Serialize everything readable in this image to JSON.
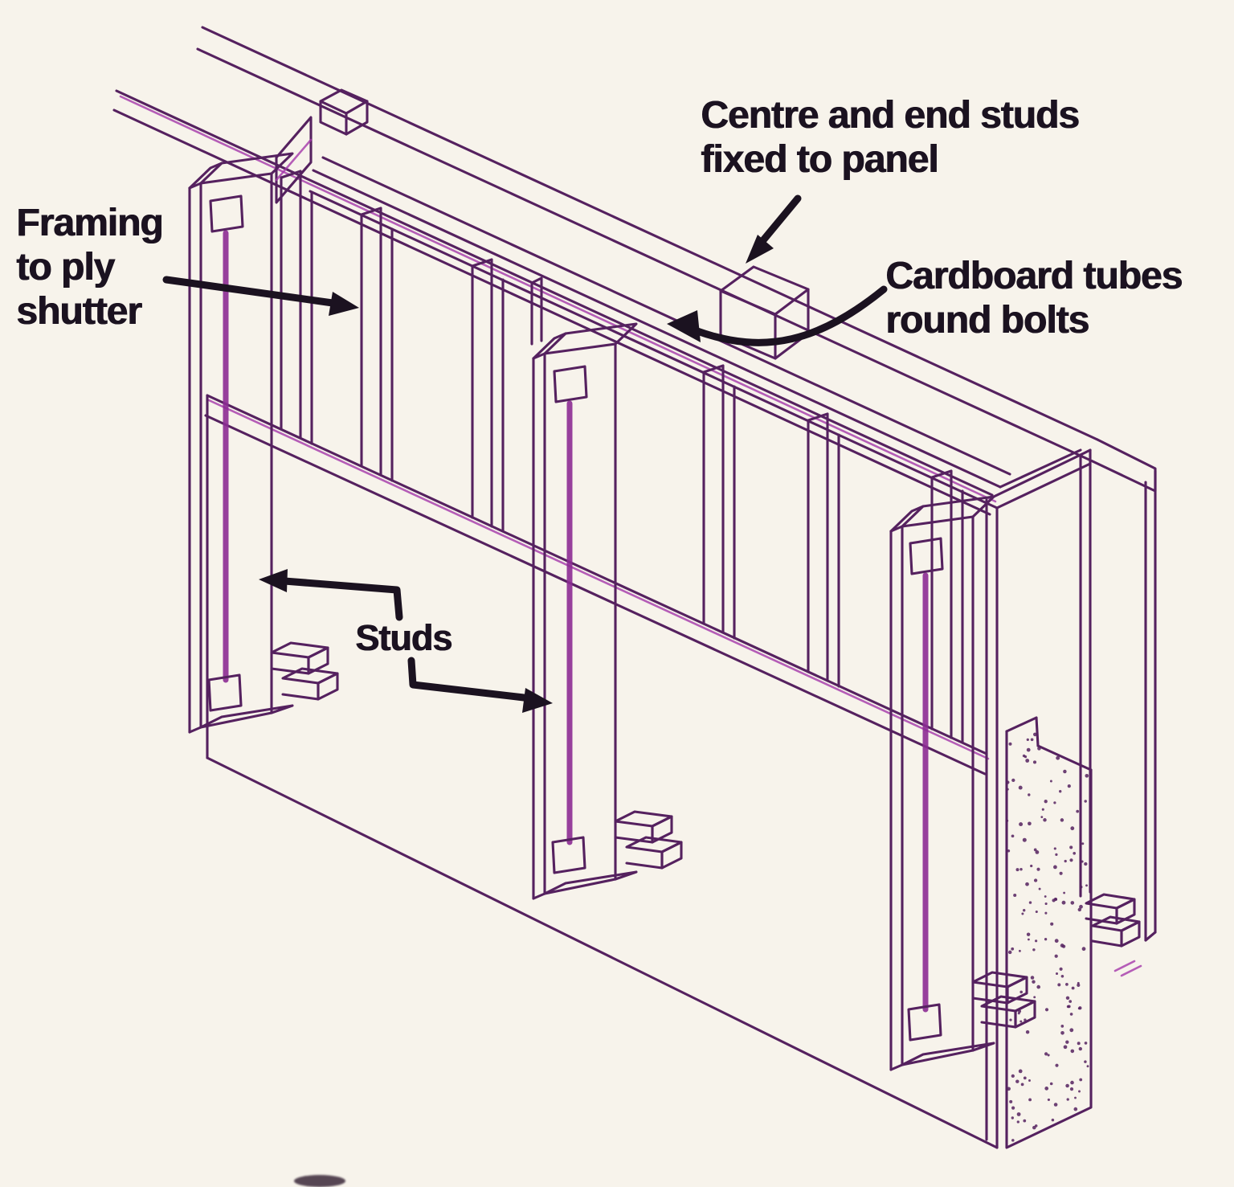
{
  "diagram": {
    "labels": {
      "framing": [
        "Framing",
        "to ply",
        "shutter"
      ],
      "centre_end_studs": [
        "Centre and end studs",
        "fixed to panel"
      ],
      "cardboard_tubes": [
        "Cardboard tubes",
        "round bolts"
      ],
      "studs": [
        "Studs"
      ]
    },
    "colors": {
      "background": "#f7f3eb",
      "ink_purple": "#55215f",
      "ink_magenta": "#a437aa",
      "bolt_magenta": "#8c2b94",
      "label_black": "#1b1220"
    }
  }
}
